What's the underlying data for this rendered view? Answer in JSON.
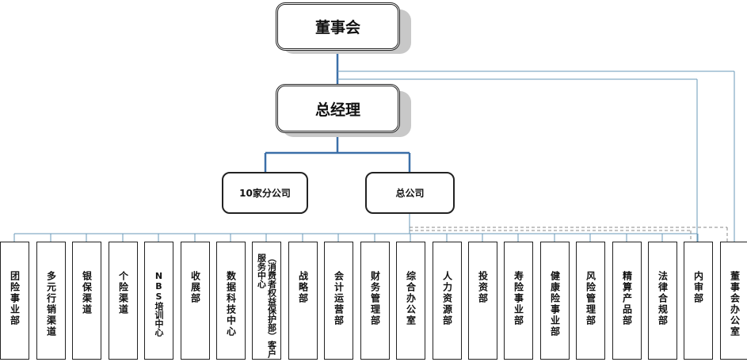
{
  "board": {
    "label": "董事会"
  },
  "gm": {
    "label": "总经理"
  },
  "branches": {
    "label": "10家分公司"
  },
  "hq": {
    "label": "总公司"
  },
  "departments": [
    "团险事业部",
    "多元行销渠道",
    "银保渠道",
    "个险渠道",
    "NBS培训中心",
    "收展部",
    "数据科技中心",
    "（消费者权益保护部）客户服务中心",
    "战略部",
    "会计运营部",
    "财务管理部",
    "综合办公室",
    "人力资源部",
    "投资部",
    "寿险事业部",
    "健康险事业部",
    "风险管理部",
    "精算产品部",
    "法律合规部",
    "内审部",
    "董事会办公室"
  ],
  "colors": {
    "connector": "#6a9ab8",
    "main_connector": "#3b6fa8",
    "dashed": "#888888"
  }
}
